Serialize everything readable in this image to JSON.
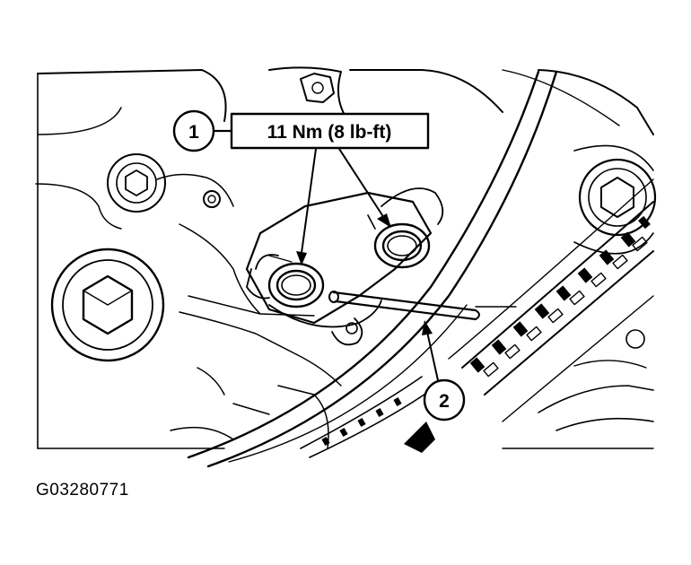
{
  "callouts": {
    "c1": {
      "number": "1",
      "label": "11 Nm (8 lb-ft)"
    },
    "c2": {
      "number": "2"
    }
  },
  "figure_code": "G03280771",
  "colors": {
    "ink": "#000000",
    "paper": "#ffffff"
  }
}
